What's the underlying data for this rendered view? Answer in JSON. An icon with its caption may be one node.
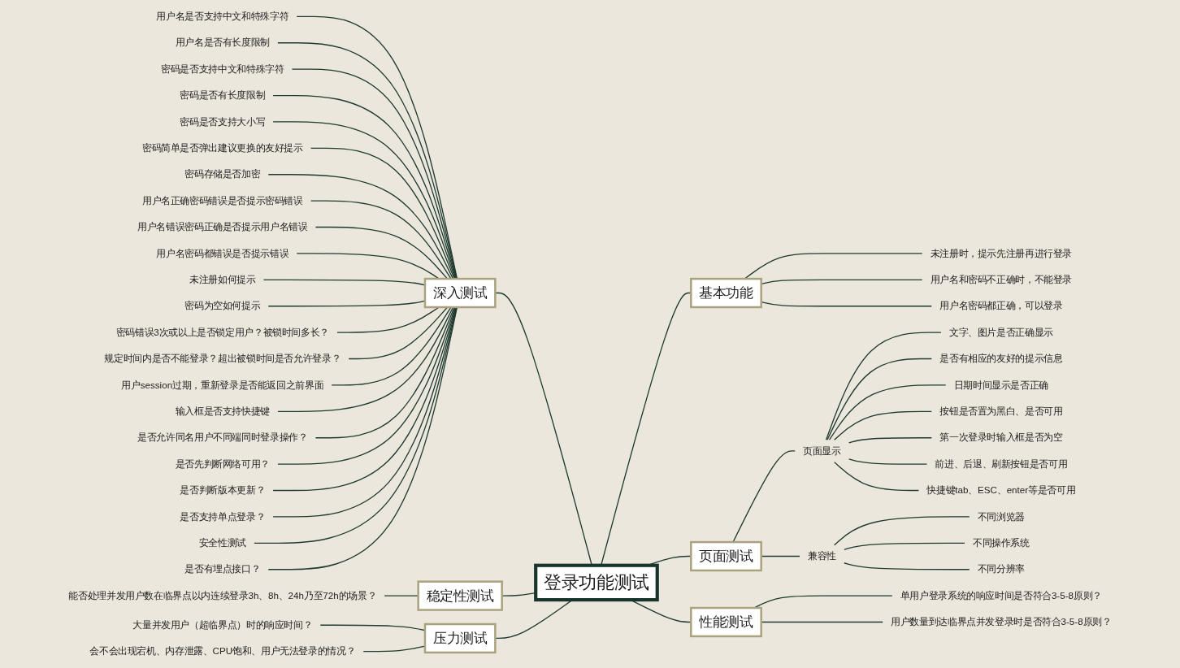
{
  "diagram": {
    "nodes": [
      {
        "text": [
          "登录功能测试"
        ]
      },
      {
        "text": [
          "深入测试"
        ]
      },
      {
        "text": [
          "用户名是否支持中文和特殊字符"
        ]
      },
      {
        "text": [
          "用户名是否有长度限制"
        ]
      },
      {
        "text": [
          "密码是否支持中文和特殊字符"
        ]
      },
      {
        "text": [
          "密码是否有长度限制"
        ]
      },
      {
        "text": [
          "密码是否支持大小写"
        ]
      },
      {
        "text": [
          "密码简单是否弹出建议更换的友好提示"
        ]
      },
      {
        "text": [
          "密码存储是否加密"
        ]
      },
      {
        "text": [
          "用户名正确密码错误是否提示密码错误"
        ]
      },
      {
        "text": [
          "用户名错误密码正确是否提示用户名错误"
        ]
      },
      {
        "text": [
          "用户名密码都错误是否提示错误"
        ]
      },
      {
        "text": [
          "未注册如何提示"
        ]
      },
      {
        "text": [
          "密码为空如何提示"
        ]
      },
      {
        "text": [
          "密码错误3次或以上是否锁定用户？被锁时间多长？"
        ]
      },
      {
        "text": [
          "规定时间内是否不能登录？超出被锁时间是否允许登录？"
        ]
      },
      {
        "text": [
          "用户session过期，重新登录是否能返回之前界面"
        ]
      },
      {
        "text": [
          "输入框是否支持快捷键"
        ]
      },
      {
        "text": [
          "是否允许同名用户不同端同时登录操作？"
        ]
      },
      {
        "text": [
          "是否先判断网络可用？"
        ]
      },
      {
        "text": [
          "是否判断版本更新？"
        ]
      },
      {
        "text": [
          "是否支持单点登录？"
        ]
      },
      {
        "text": [
          "安全性测试"
        ]
      },
      {
        "text": [
          "是否有埋点接口？"
        ]
      },
      {
        "text": [
          "稳定性测试"
        ]
      },
      {
        "text": [
          "能否处理并发用户数在临界点以内连续登录3h、8h、24h乃至72h的场景？"
        ]
      },
      {
        "text": [
          "压力测试"
        ]
      },
      {
        "text": [
          "大量并发用户（超临界点）时的响应时间？"
        ]
      },
      {
        "text": [
          "会不会出现宕机、内存泄露、CPU饱和、用户无法登录的情况？"
        ]
      },
      {
        "text": [
          "基本功能"
        ]
      },
      {
        "text": [
          "未注册时，提示先注册再进行登录"
        ]
      },
      {
        "text": [
          "用户名和密码不正确时，不能登录"
        ]
      },
      {
        "text": [
          "用户名密码都正确，可以登录"
        ]
      },
      {
        "text": [
          "页面测试"
        ]
      },
      {
        "text": [
          "页面显示"
        ]
      },
      {
        "text": [
          "文字、图片是否正确显示"
        ]
      },
      {
        "text": [
          "是否有相应的友好的提示信息"
        ]
      },
      {
        "text": [
          "日期时间显示是否正确"
        ]
      },
      {
        "text": [
          "按钮是否置为黑白、是否可用"
        ]
      },
      {
        "text": [
          "第一次登录时输入框是否为空"
        ]
      },
      {
        "text": [
          "前进、后退、刷新按钮是否可用"
        ]
      },
      {
        "text": [
          "快捷键tab、ESC、enter等是否可用"
        ]
      },
      {
        "text": [
          "兼容性"
        ]
      },
      {
        "text": [
          "不同浏览器"
        ]
      },
      {
        "text": [
          "不同操作系统"
        ]
      },
      {
        "text": [
          "不同分辨率"
        ]
      },
      {
        "text": [
          "性能测试"
        ]
      },
      {
        "text": [
          "单用户登录系统的响应时间是否符合3-5-8原则？"
        ]
      },
      {
        "text": [
          "用户数量到达临界点并发登录时是否符合3-5-8原则？"
        ]
      }
    ],
    "edges": [
      {
        "from": 1,
        "to": 0,
        "arrow": "none"
      },
      {
        "from": 2,
        "to": 1,
        "arrow": "none"
      },
      {
        "from": 3,
        "to": 1,
        "arrow": "none"
      },
      {
        "from": 4,
        "to": 1,
        "arrow": "none"
      },
      {
        "from": 5,
        "to": 1,
        "arrow": "none"
      },
      {
        "from": 6,
        "to": 1,
        "arrow": "none"
      },
      {
        "from": 7,
        "to": 1,
        "arrow": "none"
      },
      {
        "from": 8,
        "to": 1,
        "arrow": "none"
      },
      {
        "from": 9,
        "to": 1,
        "arrow": "none"
      },
      {
        "from": 10,
        "to": 1,
        "arrow": "none"
      },
      {
        "from": 11,
        "to": 1,
        "arrow": "none"
      },
      {
        "from": 12,
        "to": 1,
        "arrow": "none"
      },
      {
        "from": 13,
        "to": 1,
        "arrow": "none"
      },
      {
        "from": 14,
        "to": 1,
        "arrow": "none"
      },
      {
        "from": 15,
        "to": 1,
        "arrow": "none"
      },
      {
        "from": 16,
        "to": 1,
        "arrow": "none"
      },
      {
        "from": 17,
        "to": 1,
        "arrow": "none"
      },
      {
        "from": 18,
        "to": 1,
        "arrow": "none"
      },
      {
        "from": 19,
        "to": 1,
        "arrow": "none"
      },
      {
        "from": 20,
        "to": 1,
        "arrow": "none"
      },
      {
        "from": 21,
        "to": 1,
        "arrow": "none"
      },
      {
        "from": 22,
        "to": 1,
        "arrow": "none"
      },
      {
        "from": 23,
        "to": 1,
        "arrow": "none"
      },
      {
        "from": 24,
        "to": 0,
        "arrow": "none"
      },
      {
        "from": 25,
        "to": 24,
        "arrow": "none"
      },
      {
        "from": 26,
        "to": 0,
        "arrow": "none"
      },
      {
        "from": 27,
        "to": 26,
        "arrow": "none"
      },
      {
        "from": 28,
        "to": 26,
        "arrow": "none"
      },
      {
        "from": 0,
        "to": 29,
        "arrow": "none"
      },
      {
        "from": 29,
        "to": 30,
        "arrow": "none"
      },
      {
        "from": 29,
        "to": 31,
        "arrow": "none"
      },
      {
        "from": 29,
        "to": 32,
        "arrow": "none"
      },
      {
        "from": 0,
        "to": 33,
        "arrow": "none"
      },
      {
        "from": 33,
        "to": 34,
        "arrow": "none"
      },
      {
        "from": 34,
        "to": 35,
        "arrow": "none"
      },
      {
        "from": 34,
        "to": 36,
        "arrow": "none"
      },
      {
        "from": 34,
        "to": 37,
        "arrow": "none"
      },
      {
        "from": 34,
        "to": 38,
        "arrow": "none"
      },
      {
        "from": 34,
        "to": 39,
        "arrow": "none"
      },
      {
        "from": 34,
        "to": 40,
        "arrow": "none"
      },
      {
        "from": 34,
        "to": 41,
        "arrow": "none"
      },
      {
        "from": 33,
        "to": 42,
        "arrow": "none"
      },
      {
        "from": 42,
        "to": 43,
        "arrow": "none"
      },
      {
        "from": 42,
        "to": 44,
        "arrow": "none"
      },
      {
        "from": 42,
        "to": 45,
        "arrow": "none"
      },
      {
        "from": 0,
        "to": 46,
        "arrow": "none"
      },
      {
        "from": 46,
        "to": 47,
        "arrow": "none"
      },
      {
        "from": 46,
        "to": 48,
        "arrow": "none"
      }
    ]
  }
}
